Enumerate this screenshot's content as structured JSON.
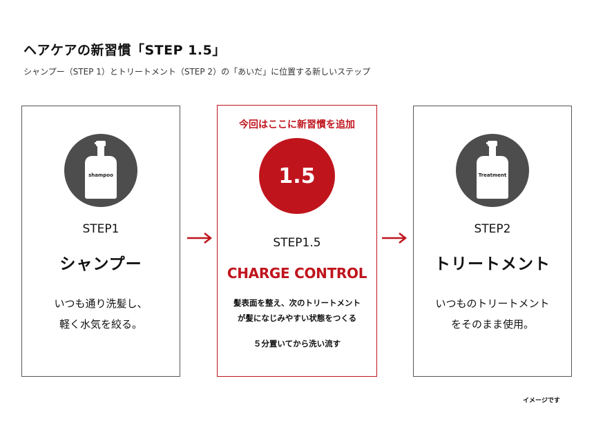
{
  "header": {
    "title": "ヘアケアの新習慣「STEP 1.5」",
    "subtitle": "シャンプー（STEP 1）とトリートメント（STEP 2）の「あいだ」に位置する新しいステップ"
  },
  "cards": {
    "left": {
      "bottle_label": "shampoo",
      "step": "STEP1",
      "name": "シャンプー",
      "desc_line1": "いつも通り洗髪し、",
      "desc_line2": "軽く水気を絞る。"
    },
    "mid": {
      "heading": "今回はここに新習慣を追加",
      "badge": "1.5",
      "step": "STEP1.5",
      "name": "CHARGE CONTROL",
      "desc_line1": "髪表面を整え、次のトリートメント",
      "desc_line2": "が髪になじみやすい状態をつくる",
      "note": "５分置いてから洗い流す"
    },
    "right": {
      "bottle_label": "Treatment",
      "step": "STEP2",
      "name": "トリートメント",
      "desc_line1": "いつものトリートメント",
      "desc_line2": "をそのまま使用。"
    }
  },
  "footnote": "イメージです",
  "colors": {
    "accent": "#c0141d",
    "circle": "#4d4d4d"
  },
  "icons": {
    "arrow": "arrow-right-icon",
    "bottle": "pump-bottle-icon"
  }
}
